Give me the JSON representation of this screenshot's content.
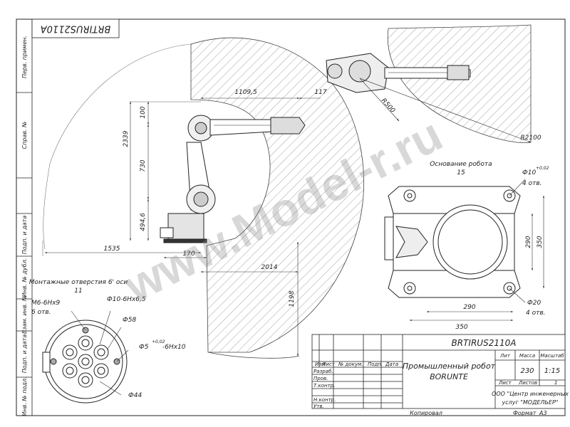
{
  "stamp_code": "BRTIRUS2110A",
  "watermark": "www.Model-r.ru",
  "side_labels": [
    "Перв. примен.",
    "Справ. №",
    "Подп. и дата",
    "Инв. № дубл.",
    "Взам. инв. №",
    "Подп. и дата",
    "Инв. № подл."
  ],
  "dimensions": {
    "d1109": "1109,5",
    "d117": "117",
    "d100": "100",
    "d2339": "2339",
    "d730": "730",
    "d494": "494,6",
    "d1535": "1535",
    "d170": "170",
    "d2014": "2014",
    "d1198": "1198",
    "r500": "R500",
    "r2100": "R2100"
  },
  "base_view": {
    "title": "Основание робота",
    "number": "15",
    "hole_small": "Ф10",
    "hole_small_tol": "+0,02",
    "hole_small_count": "4 отв.",
    "d290_h": "290",
    "d350_h": "350",
    "d290_v": "290",
    "d350_v": "350",
    "hole_large": "Ф20",
    "hole_large_count": "4 отв."
  },
  "flange_view": {
    "title": "Монтажные отверстия 6' оси",
    "number": "11",
    "thread": "М6-6Нх9",
    "thread_count": "6 отв.",
    "hole_a": "Ф10-6Нх6,5",
    "dia_58": "Ф58",
    "pin": "Ф5",
    "pin_tol": "+0,02",
    "pin_depth": "-6Нх10",
    "dia_44": "Ф44"
  },
  "title_block": {
    "code": "BRTIRUS2110A",
    "name_line1": "Промышленный робот",
    "name_line2": "BORUNTE",
    "col_headers": [
      "Изм",
      "Лист",
      "№ докум.",
      "Подп.",
      "Дата"
    ],
    "row_labels": [
      "Разраб.",
      "Пров.",
      "Т.контр.",
      "",
      "Н.контр.",
      "Утв."
    ],
    "lit_label": "Лит",
    "mass_label": "Масса",
    "scale_label": "Масштаб",
    "mass": "230",
    "scale": "1:15",
    "sheet_label": "Лист",
    "sheets_label": "Листов",
    "sheets_count": "1",
    "org_line1": "ООО \"Центр инженерных",
    "org_line2": "услуг \"МОДЕЛЬЕР\"",
    "copied": "Копировал",
    "format_label": "Формат",
    "format": "A3"
  }
}
